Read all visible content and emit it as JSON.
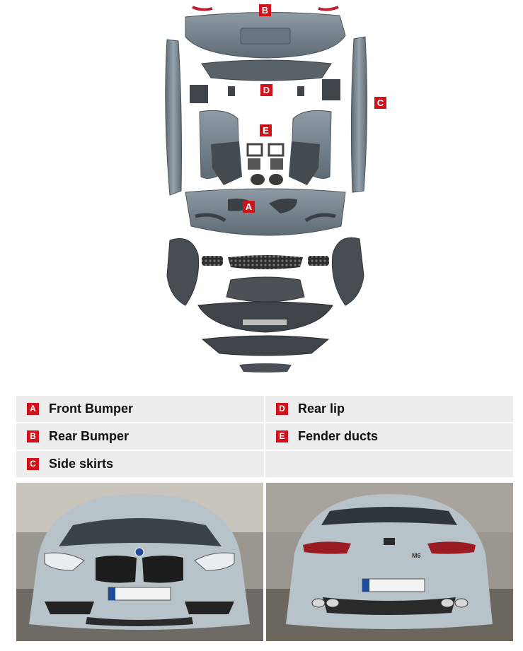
{
  "diagram": {
    "badges": [
      "A",
      "B",
      "C",
      "D",
      "E"
    ]
  },
  "legend": {
    "rows": [
      [
        {
          "letter": "A",
          "label": "Front Bumper"
        },
        {
          "letter": "D",
          "label": "Rear lip"
        }
      ],
      [
        {
          "letter": "B",
          "label": "Rear Bumper"
        },
        {
          "letter": "E",
          "label": "Fender ducts"
        }
      ],
      [
        {
          "letter": "C",
          "label": "Side skirts"
        },
        {
          "letter": "",
          "label": ""
        }
      ]
    ]
  },
  "photos": {
    "rear_badge": "M6"
  },
  "colors": {
    "accent": "#d0121b",
    "legend_bg": "#ededed",
    "car_silver": "#b8c2c9",
    "part_grey": "#6f7c86"
  }
}
